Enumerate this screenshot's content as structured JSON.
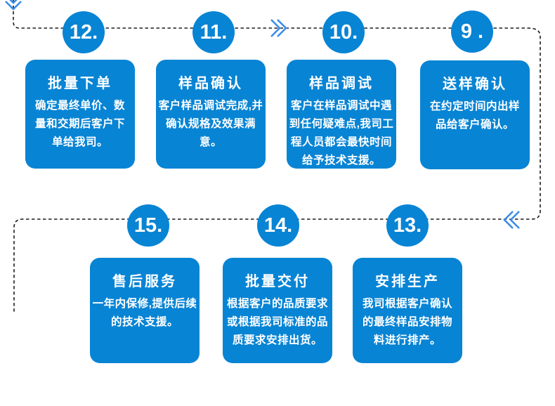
{
  "diagram": {
    "type": "process-flow",
    "colors": {
      "node_blue": "#0884D4",
      "arrow_blue": "#3C8CE8",
      "dash_line": "#1C1C1C",
      "text": "#FFFFFF"
    },
    "steps": [
      {
        "number": "12.",
        "title": "批量下单",
        "description": "确定最终单价、数\n量和交期后客户下\n单给我司。"
      },
      {
        "number": "11.",
        "title": "样品确认",
        "description": "客户样品调试完成,并\n确认规格及效果满意。"
      },
      {
        "number": "10.",
        "title": "样品调试",
        "description": "客户在样品调试中遇\n到任何疑难点,我司工\n程人员都会最快时间\n给予技术支援。"
      },
      {
        "number": "9 .",
        "title": "送样确认",
        "description": "在约定时间内出样\n品给客户确认。"
      },
      {
        "number": "15.",
        "title": "售后服务",
        "description": "一年内保修,提供后续\n的技术支援。"
      },
      {
        "number": "14.",
        "title": "批量交付",
        "description": "根据客户的品质要求\n或根据我司标准的品\n质要求安排出货。"
      },
      {
        "number": "13.",
        "title": "安排生产",
        "description": "我司根据客户确认\n的最终样品安排物\n料进行排产。"
      }
    ],
    "icons": [
      "chevron-down-icon",
      "chevron-right-icon",
      "chevron-left-icon"
    ]
  }
}
